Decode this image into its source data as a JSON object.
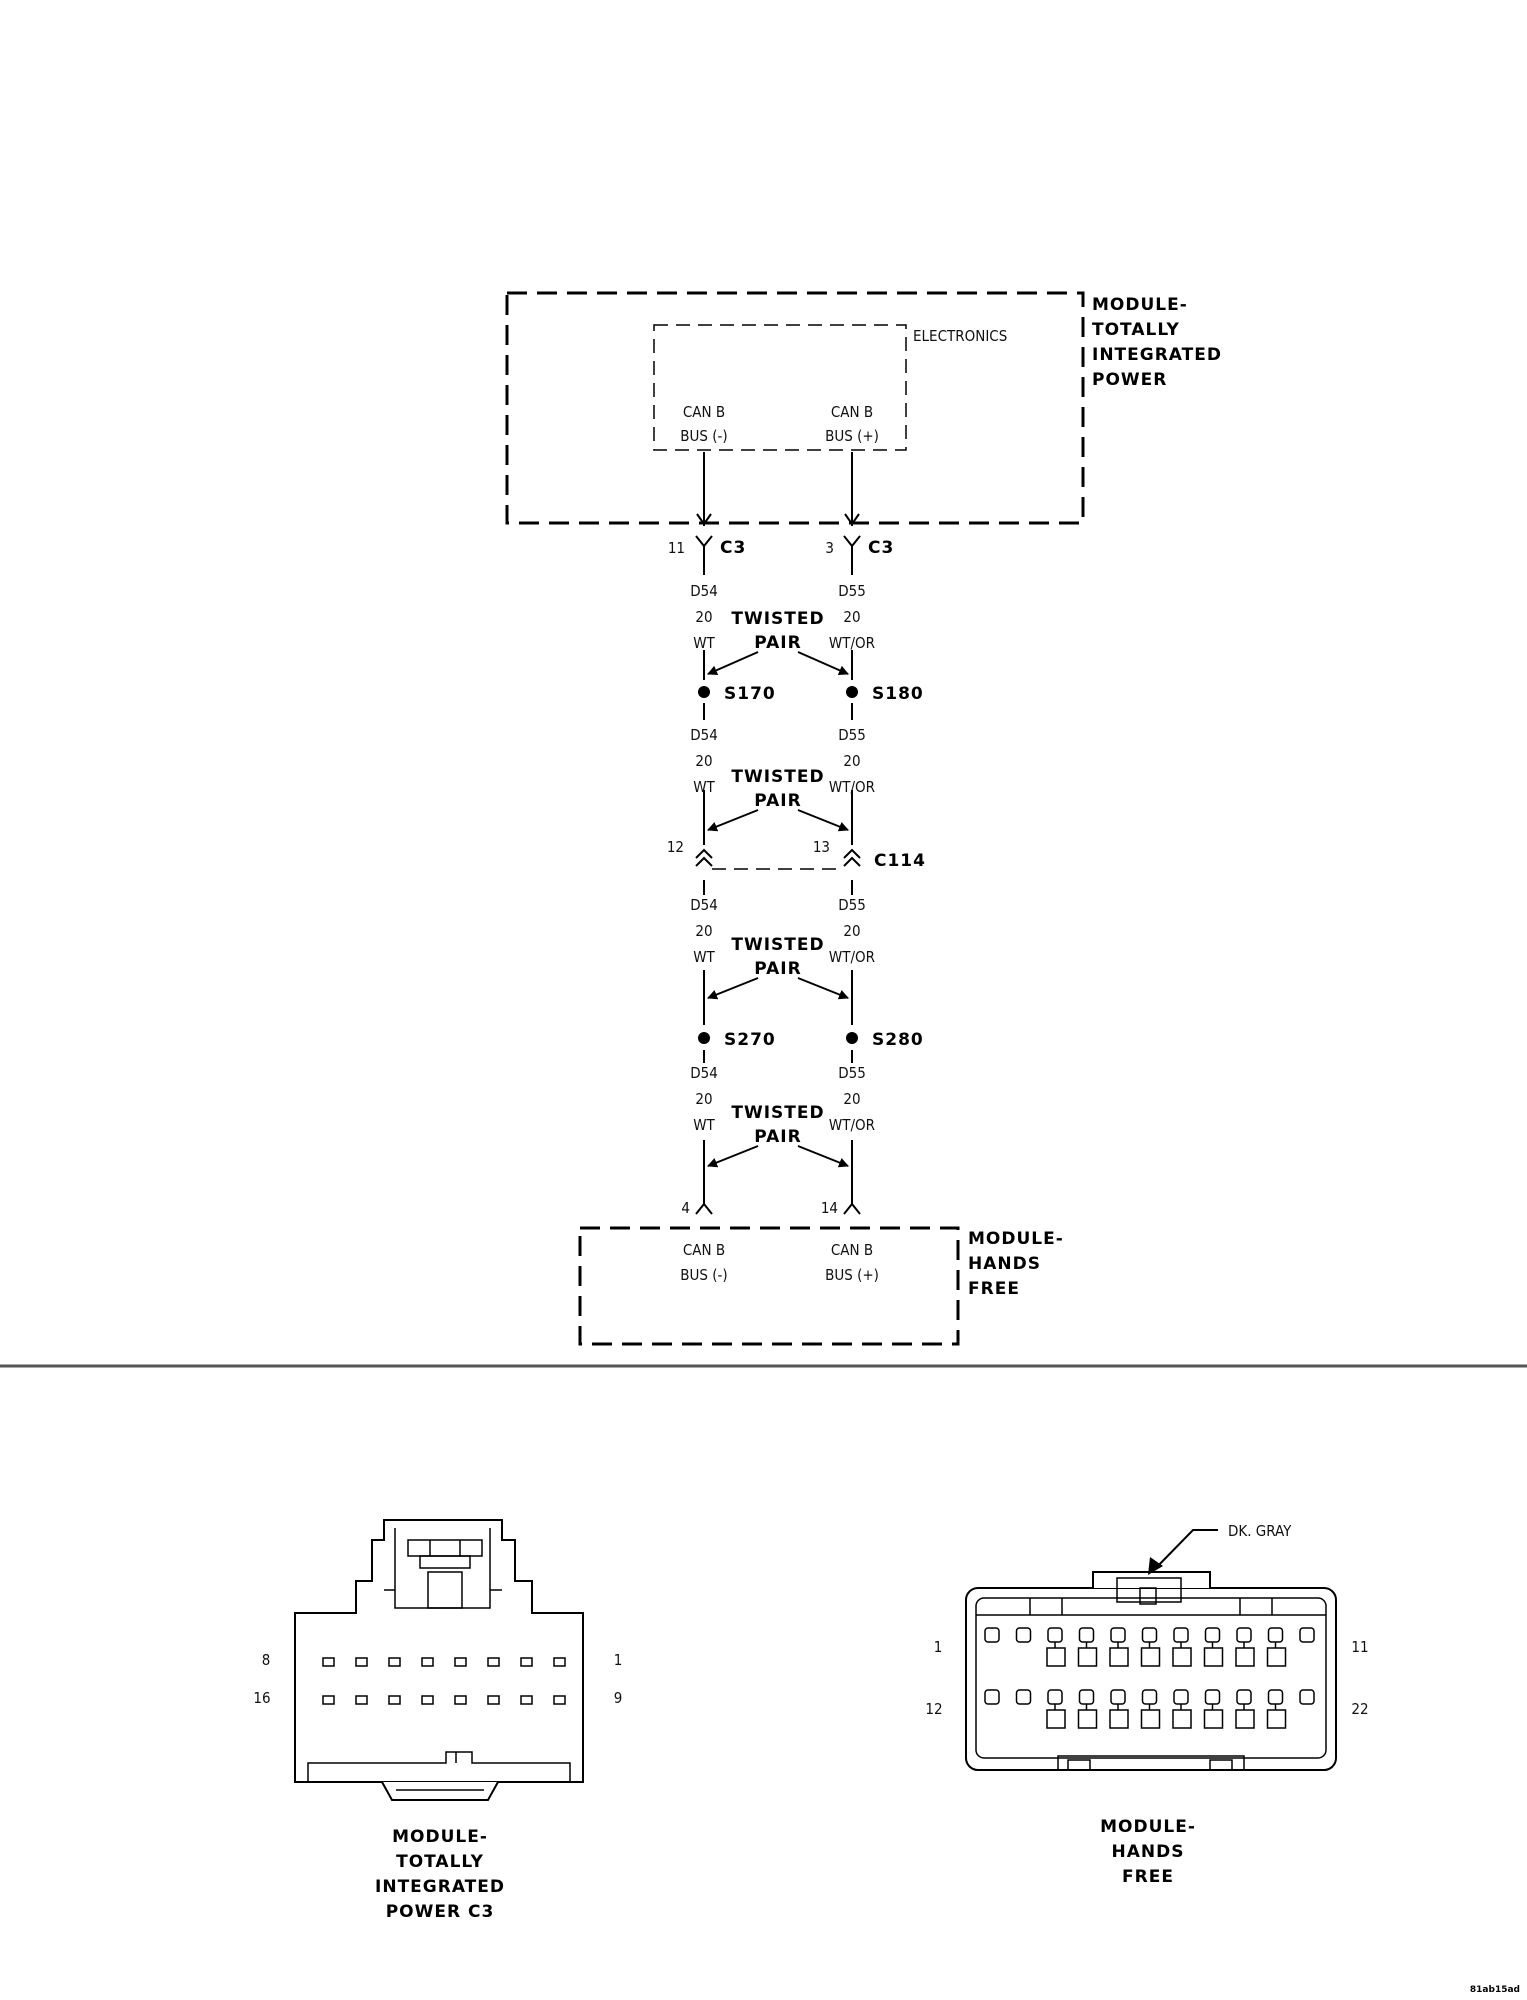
{
  "modules": {
    "tip": {
      "name_lines": [
        "MODULE-",
        "TOTALLY",
        "INTEGRATED",
        "POWER"
      ],
      "inner_label": "ELECTRONICS"
    },
    "hf": {
      "name_lines": [
        "MODULE-",
        "HANDS",
        "FREE"
      ]
    }
  },
  "pins": {
    "neg_label": [
      "CAN B",
      "BUS (-)"
    ],
    "pos_label": [
      "CAN B",
      "BUS (+)"
    ]
  },
  "connectors": {
    "c3_left": {
      "pin": "11",
      "name": "C3"
    },
    "c3_right": {
      "pin": "3",
      "name": "C3"
    },
    "c114": {
      "pin_left": "12",
      "pin_right": "13",
      "name": "C114"
    },
    "hf_left": {
      "pin": "4"
    },
    "hf_right": {
      "pin": "14"
    }
  },
  "wires": {
    "left": [
      "D54",
      "20",
      "WT"
    ],
    "right": [
      "D55",
      "20",
      "WT/OR"
    ],
    "twisted_pair": [
      "TWISTED",
      "PAIR"
    ]
  },
  "splices": {
    "s170": "S170",
    "s180": "S180",
    "s270": "S270",
    "s280": "S280"
  },
  "connector_views": {
    "tip_c3": {
      "caption_lines": [
        "MODULE-",
        "TOTALLY",
        "INTEGRATED",
        "POWER C3"
      ],
      "pin_labels": {
        "top_left": "8",
        "top_right": "1",
        "bottom_left": "16",
        "bottom_right": "9"
      }
    },
    "hf": {
      "caption_lines": [
        "MODULE-",
        "HANDS",
        "FREE"
      ],
      "color_label": "DK. GRAY",
      "pin_labels": {
        "top_left": "1",
        "top_right": "11",
        "bottom_left": "12",
        "bottom_right": "22"
      }
    }
  },
  "figure_id": "81ab15ad"
}
